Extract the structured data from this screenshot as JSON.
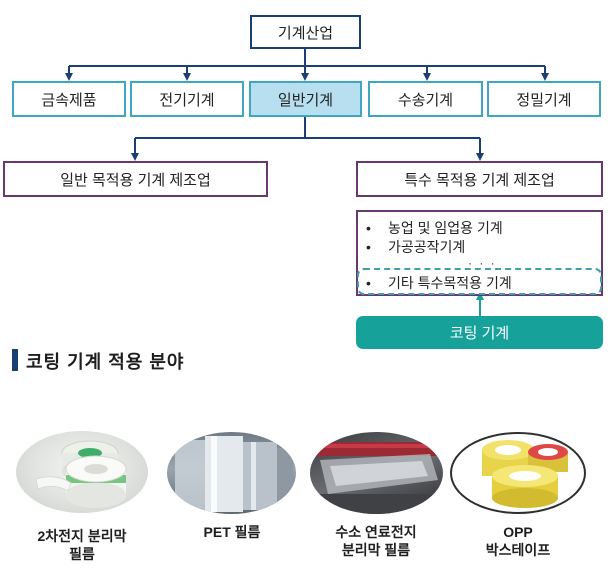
{
  "tree": {
    "root": "기계산업",
    "categories": [
      "금속제품",
      "전기기계",
      "일반기계",
      "수송기계",
      "정밀기계"
    ],
    "purposes": [
      "일반 목적용 기계 제조업",
      "특수 목적용 기계 제조업"
    ],
    "special_list": {
      "items": [
        "농업 및 임업용 기계",
        "가공공작기계"
      ],
      "dots": "· · ·",
      "last_item": "기타 특수목적용 기계"
    },
    "coating": "코팅 기계",
    "colors": {
      "navy": "#1b3f73",
      "cyan_border": "#3fa6bf",
      "selected_fill": "#b7dff0",
      "purple": "#6a3870",
      "teal": "#16a29a"
    }
  },
  "section": {
    "title": "코팅 기계 적용 분야"
  },
  "applications": [
    {
      "line1": "2차전지 분리막",
      "line2": "필름",
      "image": "separator-film-roll"
    },
    {
      "line1": "PET 필름",
      "line2": "",
      "image": "pet-film-rolls"
    },
    {
      "line1": "수소 연료전지",
      "line2": "분리막 필름",
      "image": "fuel-cell-membrane-coater"
    },
    {
      "line1": "OPP",
      "line2": "박스테이프",
      "image": "opp-tape-rolls"
    }
  ],
  "bullet": "•"
}
